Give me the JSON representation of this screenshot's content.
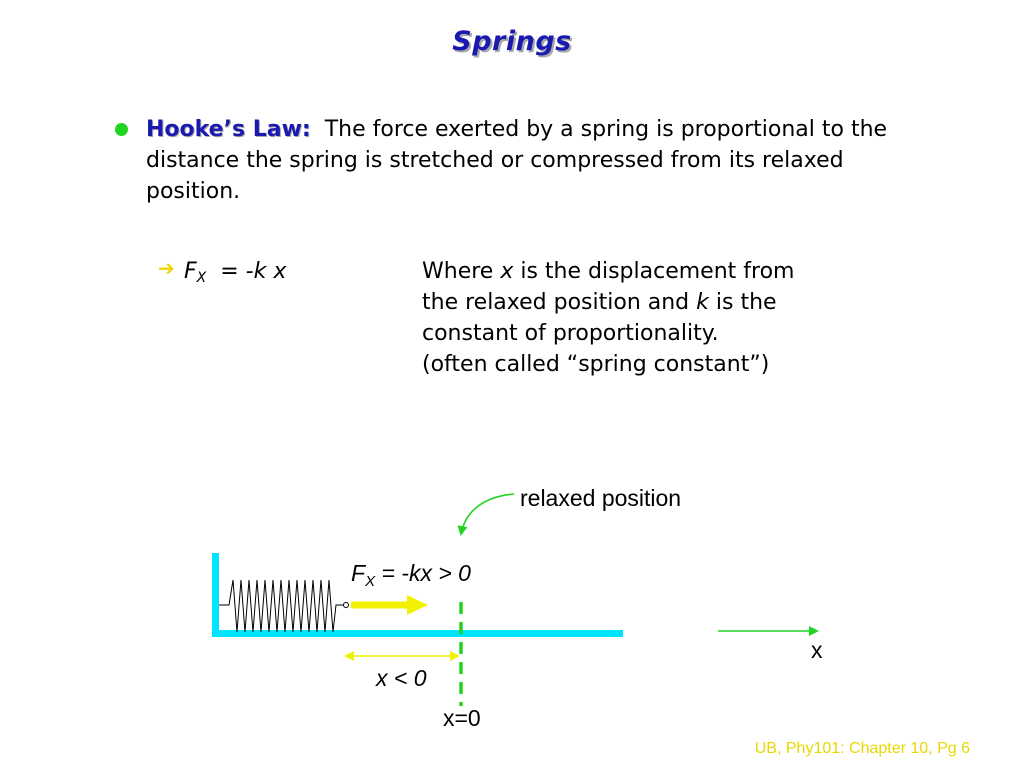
{
  "title": "Springs",
  "bullet": {
    "label": "Hooke’s Law:",
    "text": "The force exerted by a spring is proportional to the distance the spring is stretched or compressed from its relaxed position."
  },
  "formula": {
    "f": "F",
    "sub": "X",
    "rest": "= -k x"
  },
  "explanation": {
    "line1_a": "Where ",
    "line1_var": "x",
    "line1_b": " is the displacement from",
    "line2_a": "the relaxed position and ",
    "line2_var": "k",
    "line2_b": " is the",
    "line3": "constant of proportionality.",
    "line4": "(often called “spring constant”)"
  },
  "diagram": {
    "relaxed_label": "relaxed position",
    "force_f": "F",
    "force_sub": "X",
    "force_rest": " = -kx > 0",
    "disp_label": "x < 0",
    "origin_label": "x=0",
    "axis_label": "x"
  },
  "footer": "UB, Phy101: Chapter 10, Pg 6",
  "colors": {
    "title": "#1a1ab0",
    "bullet": "#22d422",
    "wall": "#00e5ff",
    "arrow_yellow": "#f2f200",
    "green": "#22d422",
    "footer": "#e8d800"
  }
}
